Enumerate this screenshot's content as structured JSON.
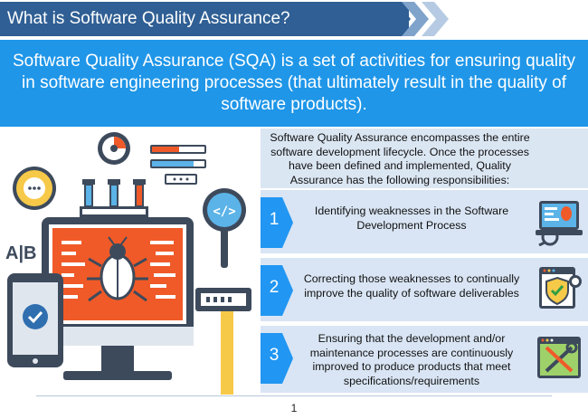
{
  "header": {
    "title": "What is Software Quality Assurance?"
  },
  "banner": {
    "text": "Software Quality Assurance (SQA) is a set of activities for ensuring quality in software engineering processes (that ultimately result in the quality of software products)."
  },
  "illustration": {
    "ab_label": "A|B"
  },
  "panel": {
    "intro": "Software Quality Assurance encompasses the entire software development lifecycle. Once the processes have been defined and implemented, Quality Assurance has the following responsibilities:",
    "items": [
      {
        "number": "1",
        "text": "Identifying weaknesses in the Software Development Process",
        "icon": "bug-inspection-icon"
      },
      {
        "number": "2",
        "text": "Correcting those weaknesses to continually improve the quality of software deliverables",
        "icon": "shield-check-icon"
      },
      {
        "number": "3",
        "text": "Ensuring that the development and/or maintenance processes are continuously improved to produce products that meet specifications/requirements",
        "icon": "tools-icon"
      }
    ]
  },
  "footer": {
    "page_number": "1"
  },
  "colors": {
    "header_bg": "#2f5f94",
    "banner_bg": "#1f96e8",
    "panel_bg": "#d9e5f4",
    "arrow": "#2196f3",
    "accent_orange": "#f05a28",
    "accent_yellow": "#f7c948"
  }
}
